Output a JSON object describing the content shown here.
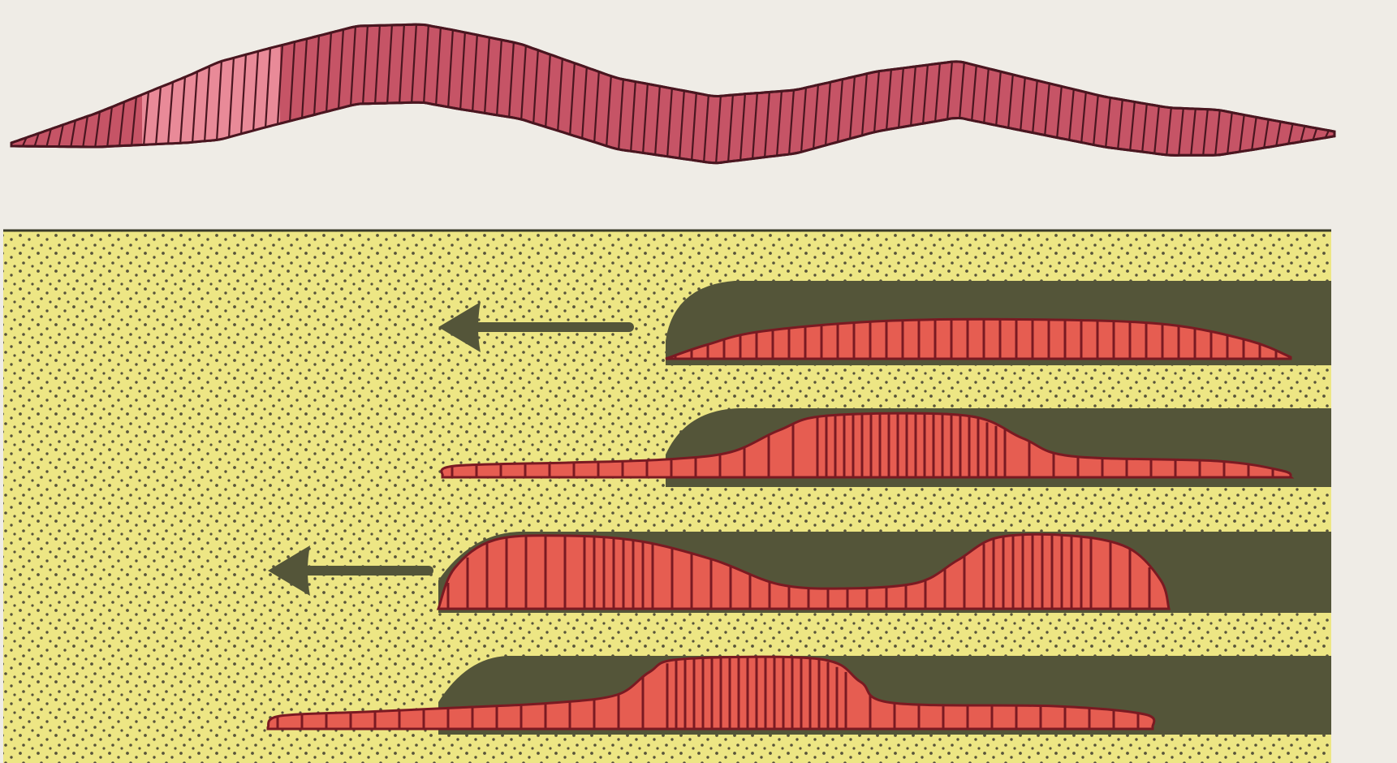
{
  "colors": {
    "paper": "#efece6",
    "soil": "#ede684",
    "soil_dots": "#57533b",
    "burrow": "#545539",
    "worm_body": "#e65d51",
    "worm_outline": "#7a1a22",
    "top_worm_body": "#c65466",
    "top_worm_clitellum": "#e98a98",
    "top_worm_outline": "#4a1620",
    "arrow": "#545539"
  },
  "icons": {
    "arrow": "arrow-left-icon"
  },
  "diagram": {
    "stages": [
      {
        "state": "stretched",
        "has_arrow": true
      },
      {
        "state": "front-contracted",
        "has_arrow": false
      },
      {
        "state": "wave",
        "has_arrow": true
      },
      {
        "state": "front-extended",
        "has_arrow": false
      }
    ],
    "labels": []
  }
}
